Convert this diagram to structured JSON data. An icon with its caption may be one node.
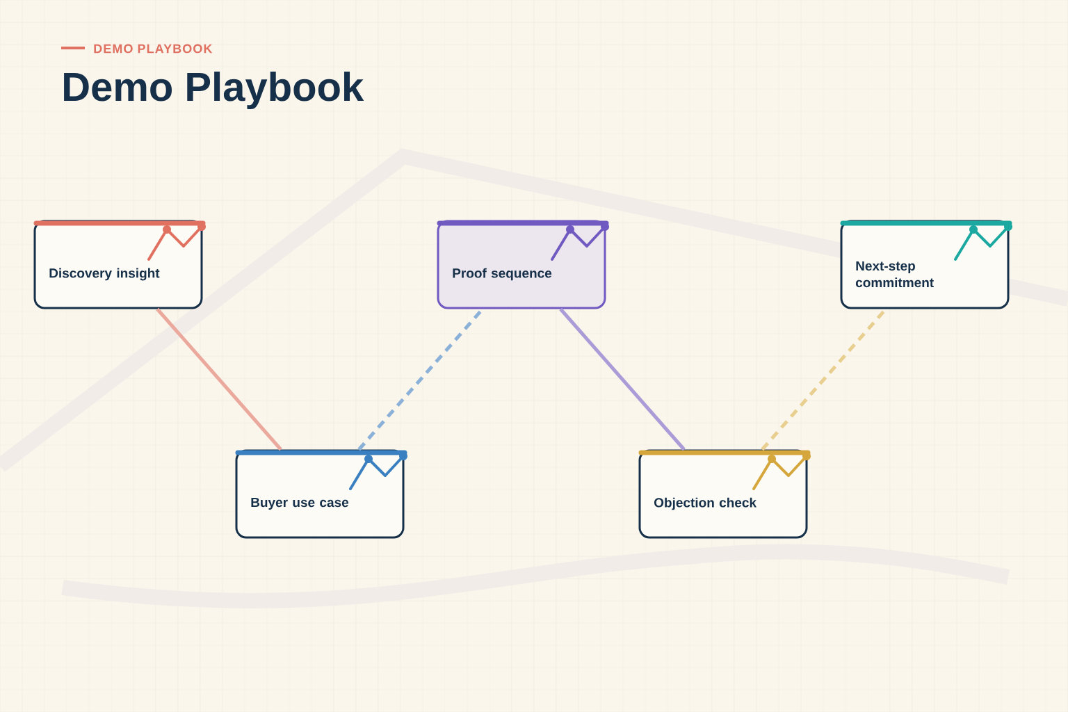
{
  "diagram": {
    "title": "Demo Playbook",
    "nodes": [
      {
        "text": [
          "Discovery insight"
        ]
      },
      {
        "text": [
          "Buyer use case"
        ]
      },
      {
        "text": [
          "Proof sequence"
        ]
      },
      {
        "text": [
          "Objection check"
        ]
      },
      {
        "text": [
          "Next-step commitment"
        ]
      }
    ],
    "edges": [
      {
        "from": 0,
        "to": 1,
        "arrow": "none",
        "color": "#eba99d"
      },
      {
        "from": 1,
        "to": 2,
        "arrow": "none",
        "style": "dashed",
        "color": "#8cb1d8"
      },
      {
        "from": 2,
        "to": 3,
        "arrow": "none",
        "color": "#ab9cd8"
      },
      {
        "from": 3,
        "to": 4,
        "arrow": "none",
        "style": "dashed",
        "color": "#e8cf8f"
      }
    ],
    "labels": [
      "DEMO PLAYBOOK"
    ]
  }
}
